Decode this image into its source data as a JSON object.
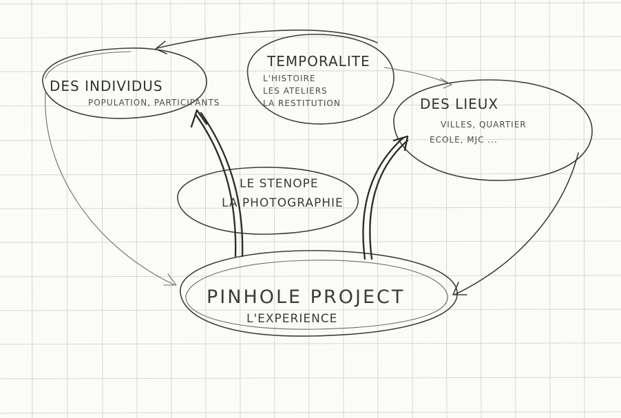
{
  "nodes": {
    "individus": {
      "title": "DES INDIVIDUS",
      "subtitle": "POPULATION, PARTICIPANTS"
    },
    "temporalite": {
      "title": "TEMPORALITE",
      "lines": [
        "L'HISTOIRE",
        "LES ATELIERS",
        "LA RESTITUTION"
      ]
    },
    "lieux": {
      "title": "DES LIEUX",
      "lines": [
        "VILLES, QUARTIER",
        "ECOLE, MJC ..."
      ]
    },
    "stenope": {
      "lines": [
        "LE STENOPE",
        "LA PHOTOGRAPHIE"
      ]
    },
    "pinhole": {
      "title": "PINHOLE PROJECT",
      "subtitle": "L'EXPERIENCE"
    }
  },
  "colors": {
    "ink": "#3d3d3d",
    "grid": "#d6d6d2",
    "paper": "#fbfbf8"
  }
}
